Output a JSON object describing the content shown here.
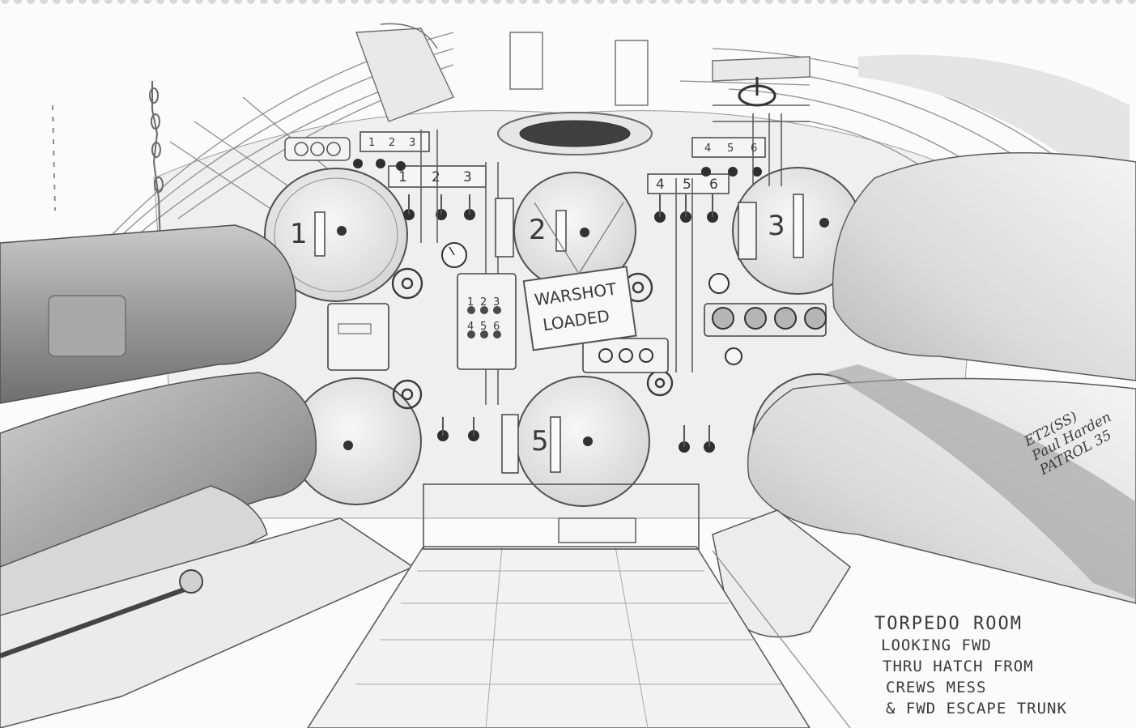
{
  "drawing": {
    "sign": {
      "line1": "WARSHOT",
      "line2": "LOADED"
    },
    "tube_numbers": [
      "1",
      "2",
      "3",
      "5"
    ],
    "panel_top_left": [
      "1",
      "2",
      "3"
    ],
    "panel_top_left_lower": [
      "1",
      "2",
      "3"
    ],
    "panel_top_right": [
      "4",
      "5",
      "6"
    ],
    "panel_top_right_lower": [
      "4",
      "5",
      "6"
    ],
    "firing_panel": {
      "row1": [
        "1",
        "2",
        "3"
      ],
      "row2": [
        "4",
        "5",
        "6"
      ]
    },
    "colors": {
      "pencil": "#3a3a3a",
      "shade": "#8a8a8a",
      "paper": "#fbfbfb"
    }
  },
  "signature": {
    "line1": "ET2(SS)",
    "line2": "Paul Harden",
    "line3": "PATROL 35"
  },
  "caption": {
    "line1": "TORPEDO ROOM",
    "line2": "LOOKING FWD",
    "line3": "THRU HATCH FROM",
    "line4": "CREWS MESS",
    "line5": "& FWD ESCAPE TRUNK"
  }
}
